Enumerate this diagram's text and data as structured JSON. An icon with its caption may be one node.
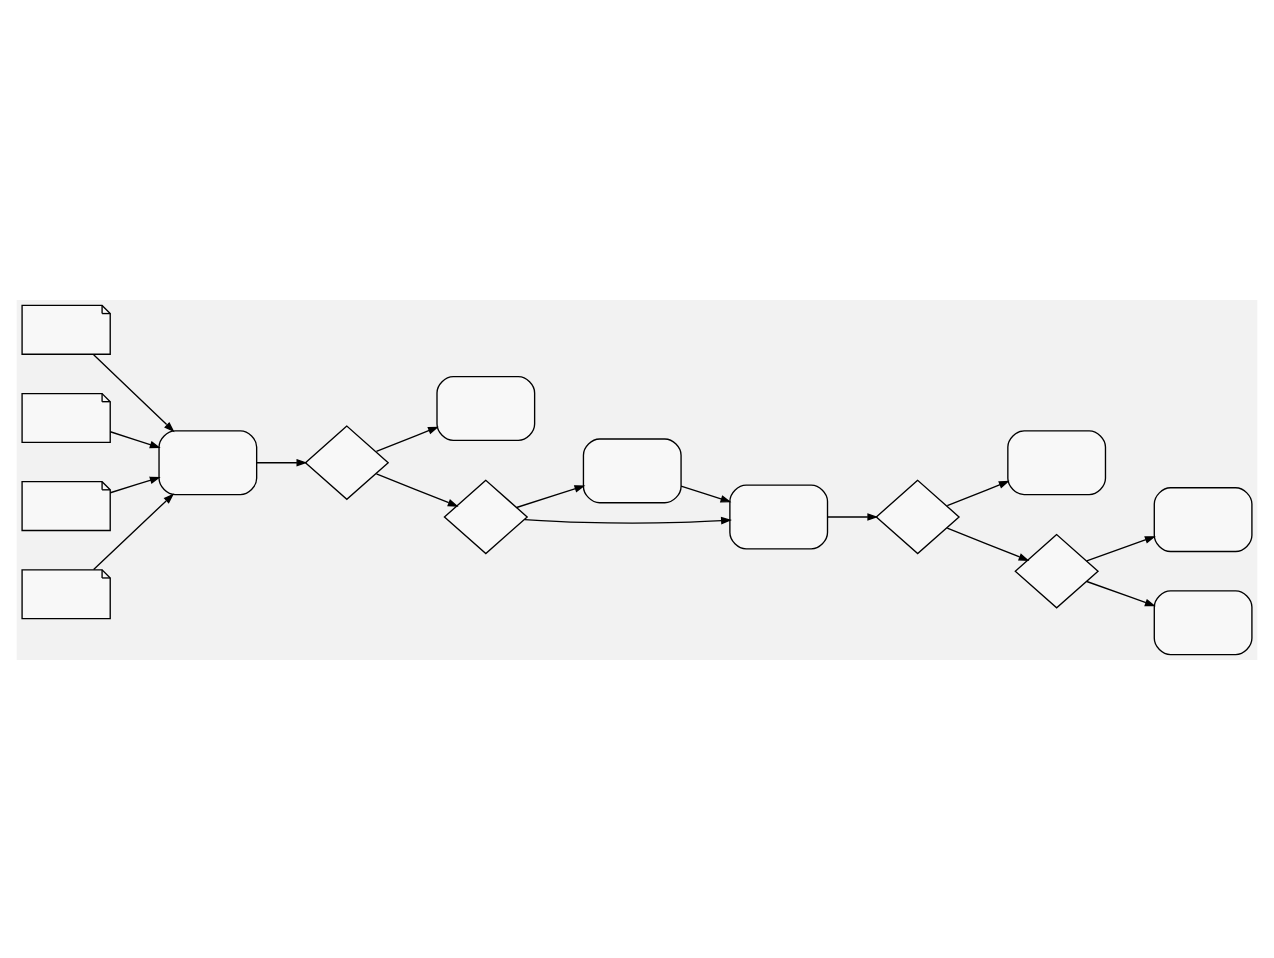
{
  "diagram": {
    "nodes": [
      {
        "text": [],
        "shape": "document"
      },
      {
        "text": [],
        "shape": "document"
      },
      {
        "text": [],
        "shape": "document"
      },
      {
        "text": [],
        "shape": "document"
      },
      {
        "text": [],
        "shape": "box"
      },
      {
        "text": [],
        "shape": "diamond"
      },
      {
        "text": [],
        "shape": "box"
      },
      {
        "text": [],
        "shape": "diamond"
      },
      {
        "text": [],
        "shape": "box"
      },
      {
        "text": [],
        "shape": "box"
      },
      {
        "text": [],
        "shape": "box"
      },
      {
        "text": [],
        "shape": "diamond"
      },
      {
        "text": [],
        "shape": "diamond"
      },
      {
        "text": [],
        "shape": "box"
      },
      {
        "text": [],
        "shape": "box"
      }
    ],
    "edges": [
      {
        "from": 0,
        "to": 4,
        "arrow": "to"
      },
      {
        "from": 1,
        "to": 4,
        "arrow": "to"
      },
      {
        "from": 2,
        "to": 4,
        "arrow": "to"
      },
      {
        "from": 3,
        "to": 4,
        "arrow": "to"
      },
      {
        "from": 4,
        "to": 5,
        "arrow": "to"
      },
      {
        "from": 5,
        "to": 6,
        "arrow": "to"
      },
      {
        "from": 5,
        "to": 7,
        "arrow": "to"
      },
      {
        "from": 7,
        "to": 8,
        "arrow": "to"
      },
      {
        "from": 7,
        "to": 9,
        "arrow": "to"
      },
      {
        "from": 8,
        "to": 9,
        "arrow": "to"
      },
      {
        "from": 9,
        "to": 11,
        "arrow": "to"
      },
      {
        "from": 11,
        "to": 10,
        "arrow": "to"
      },
      {
        "from": 11,
        "to": 12,
        "arrow": "to"
      },
      {
        "from": 12,
        "to": 13,
        "arrow": "to"
      },
      {
        "from": 12,
        "to": 14,
        "arrow": "to"
      }
    ]
  }
}
